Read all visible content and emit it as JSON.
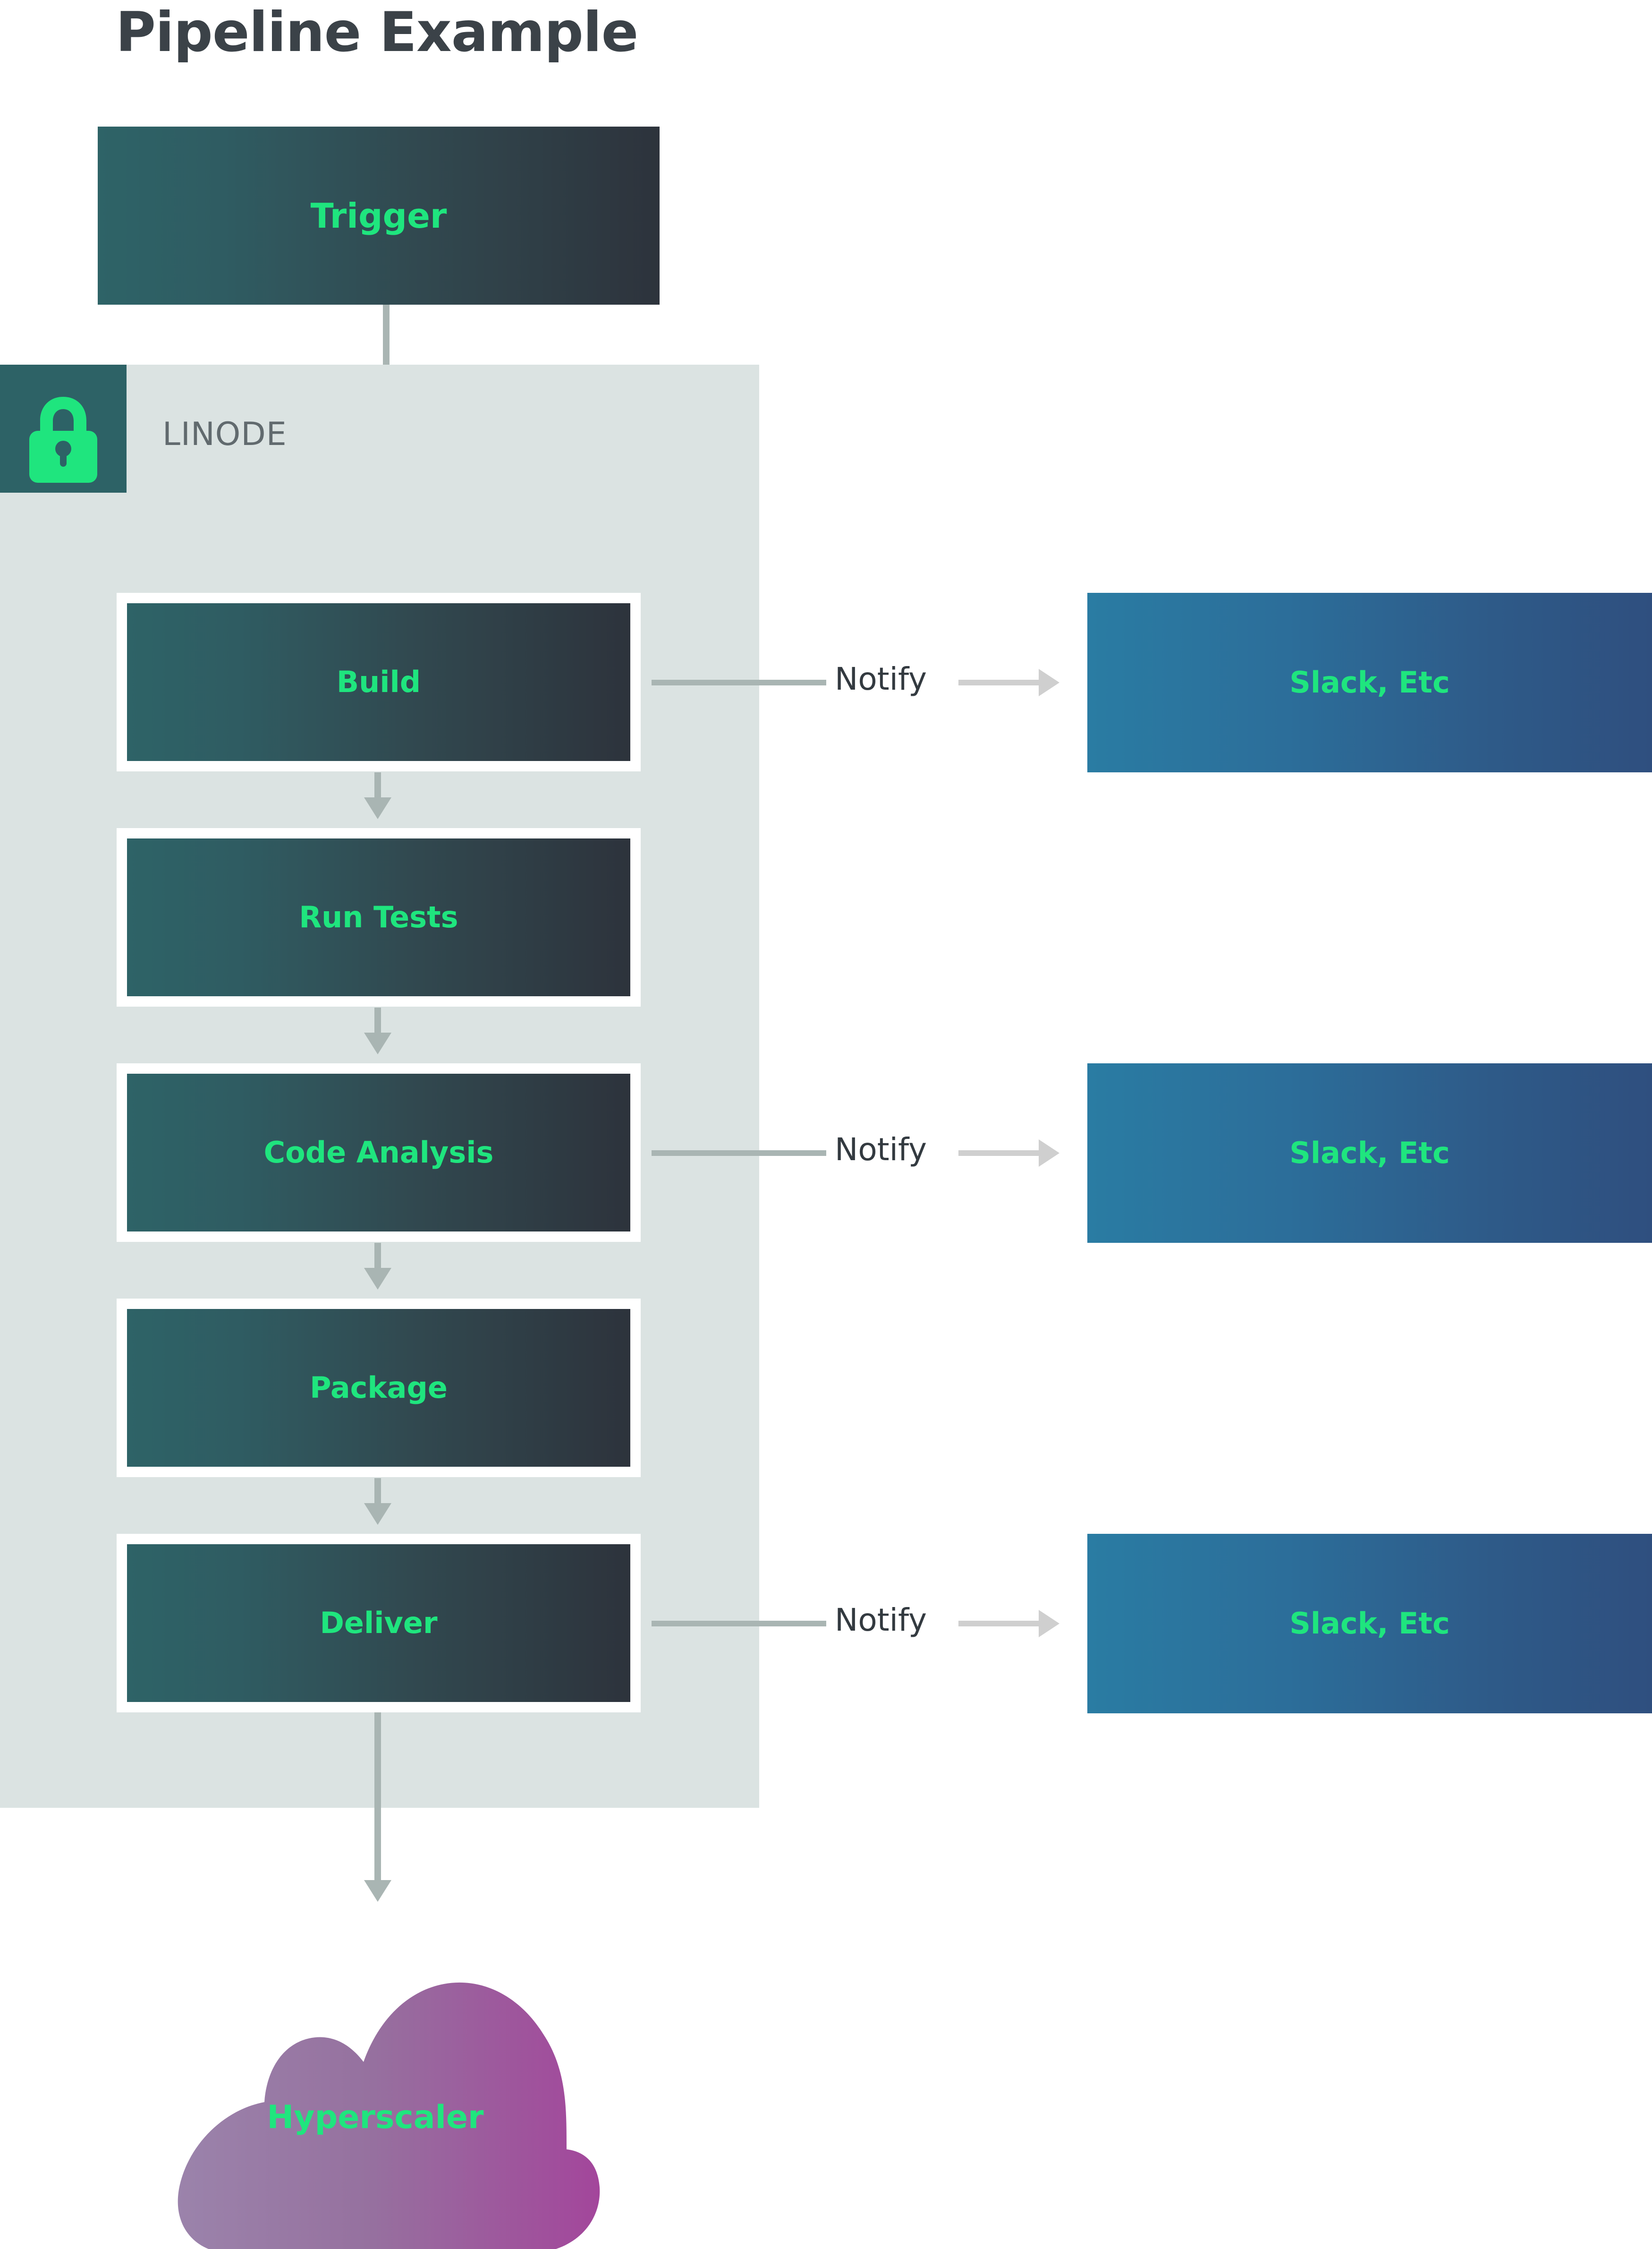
{
  "title": "Pipeline Example",
  "colors": {
    "node_text": "#1fe57e",
    "stage_gradient_start": "#2e6367",
    "stage_gradient_end": "#2d333c",
    "notify_gradient_start": "#2a7ca3",
    "notify_gradient_end": "#2f4f7f",
    "zone_background": "#dbe3e2",
    "lock_background": "#2d6266",
    "connector": "#a9b5b3",
    "title_text": "#3b4248",
    "zone_title_text": "#616a6e",
    "notify_label_text": "#333a40",
    "cloud_gradient_start": "#9b7fa8",
    "cloud_gradient_end": "#a3469b"
  },
  "trigger": {
    "label": "Trigger"
  },
  "zone": {
    "label": "LINODE",
    "icon": "lock-icon"
  },
  "stages": [
    {
      "id": "build",
      "label": "Build"
    },
    {
      "id": "run-tests",
      "label": "Run Tests"
    },
    {
      "id": "code-analysis",
      "label": "Code Analysis"
    },
    {
      "id": "package",
      "label": "Package"
    },
    {
      "id": "deliver",
      "label": "Deliver"
    }
  ],
  "notifications": [
    {
      "id": "notify-build",
      "edge_label": "Notify",
      "target_label": "Slack, Etc"
    },
    {
      "id": "notify-code-analysis",
      "edge_label": "Notify",
      "target_label": "Slack, Etc"
    },
    {
      "id": "notify-deliver",
      "edge_label": "Notify",
      "target_label": "Slack, Etc"
    }
  ],
  "cloud": {
    "label": "Hyperscaler"
  }
}
